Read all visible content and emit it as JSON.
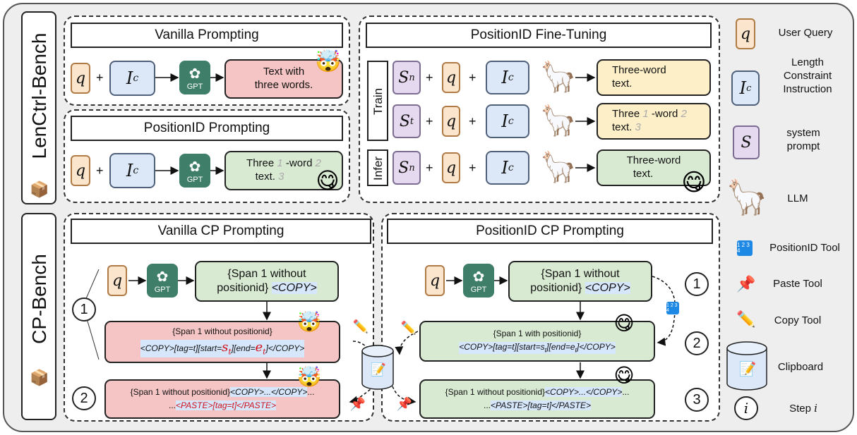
{
  "sections": {
    "lenctrl": "LenCtrl-Bench",
    "cp": "CP-Bench"
  },
  "titles": {
    "vanilla_prompting": "Vanilla Prompting",
    "positionid_prompting": "PositionID Prompting",
    "positionid_finetuning": "PositionID Fine-Tuning",
    "vanilla_cp": "Vanilla CP Prompting",
    "positionid_cp": "PositionID CP Prompting"
  },
  "symbols": {
    "q": "q",
    "ic": "I",
    "ic_sub": "c",
    "s": "S",
    "sn_sub": "n",
    "st_sub": "t",
    "plus": "+",
    "gpt": "GPT"
  },
  "outputs": {
    "vanilla_line1": "Text with",
    "vanilla_line2": "three words.",
    "pid_three": "Three",
    "pid_1": "1",
    "pid_word": "-word",
    "pid_2": "2",
    "pid_text": "text.",
    "pid_3": "3",
    "ft_line1": "Three-word",
    "ft_line2": "text.",
    "ft_infer_line1": "Three-word",
    "ft_infer_line2": "text."
  },
  "phases": {
    "train": "Train",
    "infer": "Infer"
  },
  "cp": {
    "span_line1": "{Span 1 without",
    "span_line2": "positionid}",
    "copy_tag": "<COPY>",
    "red1_line1": "{Span 1 without positionid}",
    "red1_copy": "<COPY>[tag=t][start=",
    "s_t": "s",
    "e_t": "e",
    "sub_t": "t",
    "red1_end": "][end=",
    "red1_close": "]</COPY>",
    "green1_line1": "{Span 1 with positionid}",
    "green1_copy": "<COPY>[tag=t][start=s",
    "green1_mid": "][end=e",
    "green1_close": "]</COPY>",
    "red2_line1_a": "{Span 1 without positionid}",
    "red2_line1_b": "<COPY>...</COPY>",
    "red2_line1_c": "...",
    "red2_line2_a": "...",
    "red2_line2_b": "<PASTE>[tag=t]</PASTE>",
    "green2_line1_a": "{Span 1 without positionid}",
    "green2_line1_b": "<COPY>...</COPY>",
    "green2_line1_c": "...",
    "green2_line2_a": "...",
    "green2_line2_b": "<PASTE>[tag=t]</PASTE>",
    "step1": "1",
    "step2": "2",
    "step3": "3"
  },
  "legend": {
    "user_query": "User Query",
    "length_constraint": "Length Constraint Instruction",
    "system_prompt": "system prompt",
    "llm": "LLM",
    "positionid_tool": "PositionID Tool",
    "paste_tool": "Paste Tool",
    "copy_tool": "Copy Tool",
    "clipboard": "Clipboard",
    "step": "Step",
    "step_i": "i",
    "pid_icon": "1 2 3 4"
  },
  "colors": {
    "query": "#fbe5cd",
    "instruction": "#dce8f8",
    "system": "#e4d9ee",
    "gpt": "#3f7f6a",
    "good_output": "#d9ead3",
    "bad_output": "#f5c4c4",
    "ft_output": "#fdf0c9"
  }
}
